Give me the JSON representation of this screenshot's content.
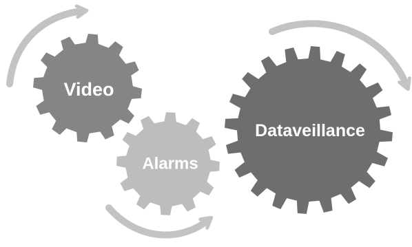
{
  "diagram": {
    "gears": [
      {
        "id": "video",
        "label": "Video",
        "color": "#858587"
      },
      {
        "id": "alarms",
        "label": "Alarms",
        "color": "#bdbdbf"
      },
      {
        "id": "dataveillance",
        "label": "Dataveillance",
        "color": "#6e6e70"
      }
    ],
    "arrow_color": "#c3c3c5",
    "label_color": "#ffffff"
  }
}
